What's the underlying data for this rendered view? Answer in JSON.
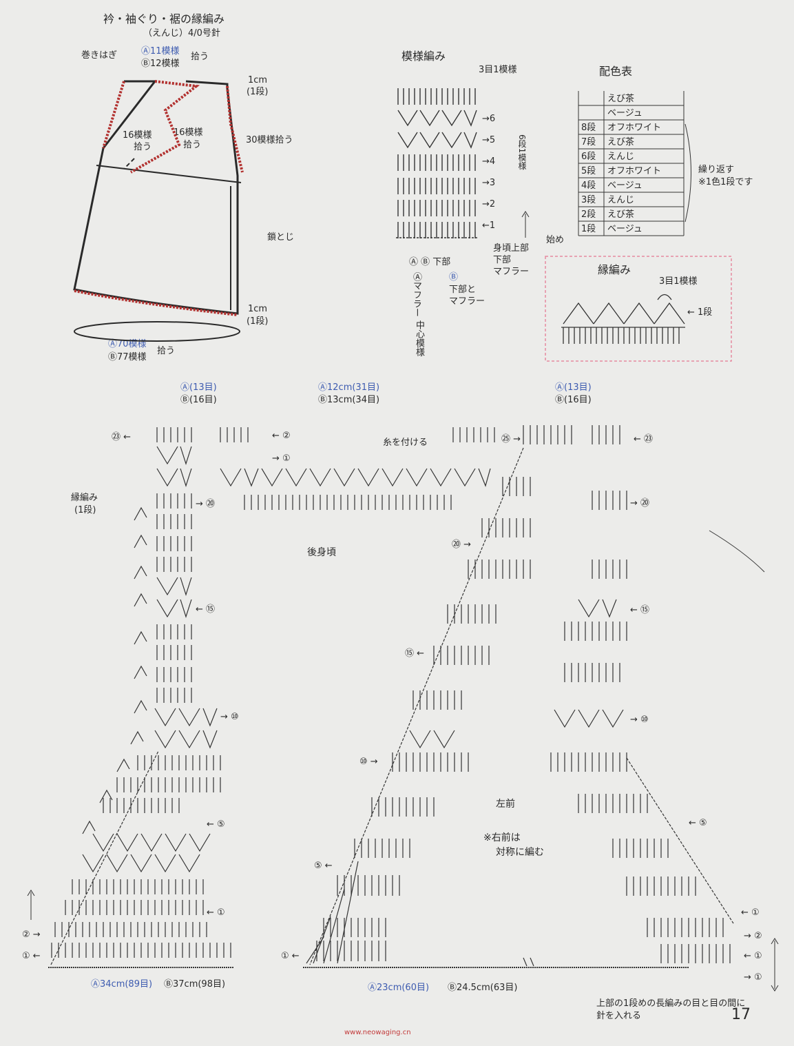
{
  "edging_section": {
    "title": "衿・袖ぐり・裾の縁編み",
    "subtitle": "（えんじ）4/0号針",
    "seam_label": "巻きはぎ",
    "neck_a": "Ⓐ11模様",
    "neck_b": "Ⓑ12模様",
    "pickup": "拾う",
    "one_cm_top": "1cm",
    "one_row_top": "(1段)",
    "front_left_pick": "16模様",
    "front_left_pick2": "拾う",
    "front_right_pick": "16模様",
    "front_right_pick2": "拾う",
    "armhole_pick": "30模様拾う",
    "side_seam": "鎖とじ",
    "one_cm_bottom": "1cm",
    "one_row_bottom": "(1段)",
    "hem_a": "Ⓐ70模様",
    "hem_b": "Ⓑ77模様",
    "hem_pick": "拾う"
  },
  "pattern_section": {
    "title": "模様編み",
    "repeat": "3目1模様",
    "rows": [
      "6",
      "5",
      "4",
      "3",
      "2",
      "1"
    ],
    "six_row_label": "6段1模様",
    "start": "始め",
    "upper_body": "身頃上部",
    "lower": "下部",
    "muffler": "マフラー",
    "ab_lower": "Ⓐ Ⓑ 下部",
    "a_muffler": "Ⓐマフラー",
    "center_pattern": "中心模様",
    "b_lower_muffler_a": "Ⓑ",
    "b_lower_muffler": "下部と",
    "b_lower_muffler2": "マフラー"
  },
  "color_table": {
    "title": "配色表",
    "rows": [
      {
        "row": "",
        "color": "えび茶"
      },
      {
        "row": "",
        "color": "ベージュ"
      },
      {
        "row": "8段",
        "color": "オフホワイト"
      },
      {
        "row": "7段",
        "color": "えび茶"
      },
      {
        "row": "6段",
        "color": "えんじ"
      },
      {
        "row": "5段",
        "color": "オフホワイト"
      },
      {
        "row": "4段",
        "color": "ベージュ"
      },
      {
        "row": "3段",
        "color": "えんじ"
      },
      {
        "row": "2段",
        "color": "えび茶"
      },
      {
        "row": "1段",
        "color": "ベージュ"
      }
    ],
    "repeat_note": "繰り返す",
    "repeat_note2": "※1色1段です"
  },
  "edging_box": {
    "title": "縁編み",
    "repeat": "3目1模様",
    "row": "1段"
  },
  "main_chart": {
    "back_label": "後身頃",
    "front_label": "左前",
    "note1": "※右前は",
    "note2": "対称に編む",
    "edge_label": "縁編み",
    "edge_row": "(1段)",
    "top_a_13": "Ⓐ(13目)",
    "top_b_16": "Ⓑ(16目)",
    "top_a_12cm": "Ⓐ12cm(31目)",
    "top_b_13cm": "Ⓑ13cm(34目)",
    "front_a_13": "Ⓐ(13目)",
    "front_b_16": "Ⓑ(16目)",
    "attach_yarn": "糸を付ける",
    "bottom_back_a": "Ⓐ34cm(89目)",
    "bottom_back_b": "Ⓑ37cm(98目)",
    "bottom_front_a": "Ⓐ23cm(60目)",
    "bottom_front_b": "Ⓑ24.5cm(63目)",
    "note_bottom1": "上部の1段めの長編みの目と目の間に",
    "note_bottom2": "針を入れる",
    "page_number": "17",
    "watermark": "www.neowaging.cn",
    "row_23": "㉓",
    "row_25": "㉕",
    "row_20": "⑳",
    "row_15": "⑮",
    "row_10": "⑩",
    "row_5": "⑤",
    "row_2": "②",
    "row_1": "①"
  },
  "colors": {
    "edging_red": "#b2312f",
    "ink": "#2a2a2a",
    "accent_blue": "#3d5bb0",
    "box_pink": "#e58aa0"
  }
}
